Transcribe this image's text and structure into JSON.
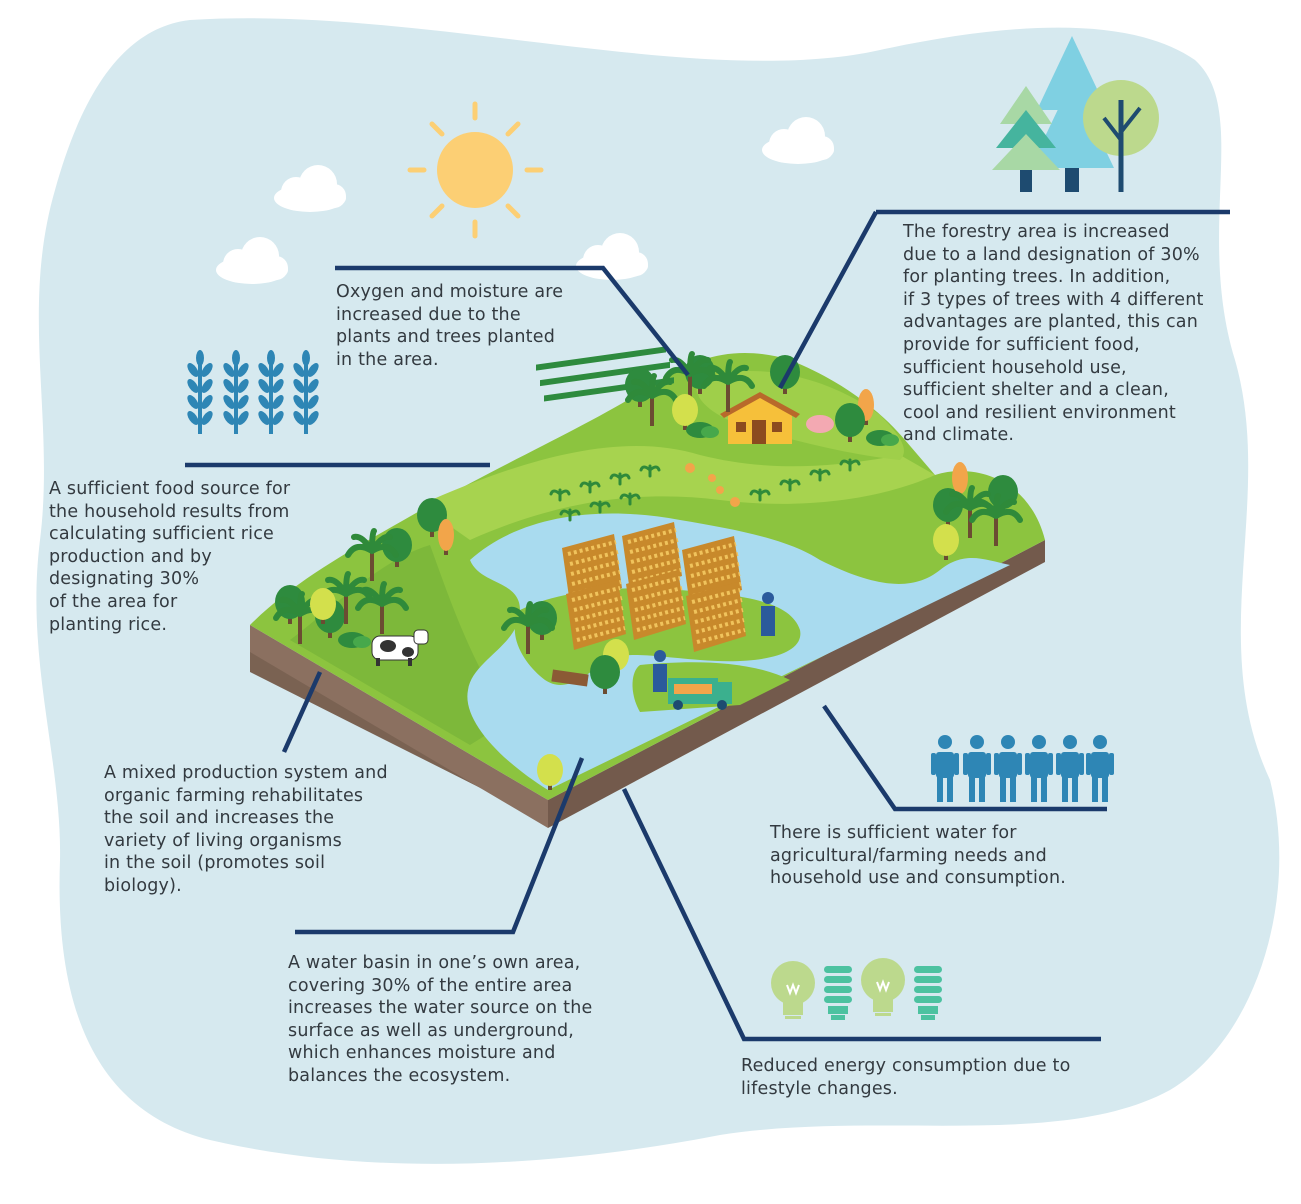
{
  "colors": {
    "background_blob": "#d6e9ef",
    "leader_line": "#1b3a6b",
    "text": "#333a40",
    "grass": "#8cc43f",
    "water": "#a9dbef",
    "soil": "#8b7060",
    "sun": "#fccf74",
    "rice": "#d59b36",
    "people_icon": "#2e86b5",
    "wheat_icon": "#2e86b5",
    "tree_dark": "#1e4b70",
    "tree_light": "#7fd0e2",
    "tree_teal": "#45b49e",
    "bulb_green": "#bcd98d",
    "cfl_teal": "#4cc2a0"
  },
  "icons": [
    "sun-icon",
    "cloud-icon",
    "tree-icon",
    "wheat-icon",
    "person-icon",
    "light-bulb-icon",
    "cfl-bulb-icon"
  ],
  "callouts": {
    "oxygen": "Oxygen and moisture are\nincreased due to the\nplants and trees planted\nin the area.",
    "forestry": "The forestry area is increased\ndue to a land designation of 30%\nfor planting trees. In addition,\nif 3 types of trees with 4 different\nadvantages are planted, this can\nprovide for sufficient food,\nsufficient household use,\nsufficient shelter and a clean,\ncool and resilient environment\nand climate.",
    "food": "A sufficient food source for\nthe household results from\ncalculating sufficient rice\nproduction and by\ndesignating 30%\nof the area for\nplanting rice.",
    "soil": "A mixed production system and\norganic farming rehabilitates\nthe soil and increases the\nvariety of living organisms\nin the soil (promotes soil\nbiology).",
    "water_needs": "There is sufficient water for\nagricultural/farming needs and\nhousehold use and consumption.",
    "water_basin": "A water basin in one’s own area,\ncovering 30% of the entire area\nincreases the water source on the\nsurface as well as underground,\nwhich enhances moisture and\nbalances the ecosystem.",
    "energy": "Reduced energy consumption due to\nlifestyle changes."
  }
}
